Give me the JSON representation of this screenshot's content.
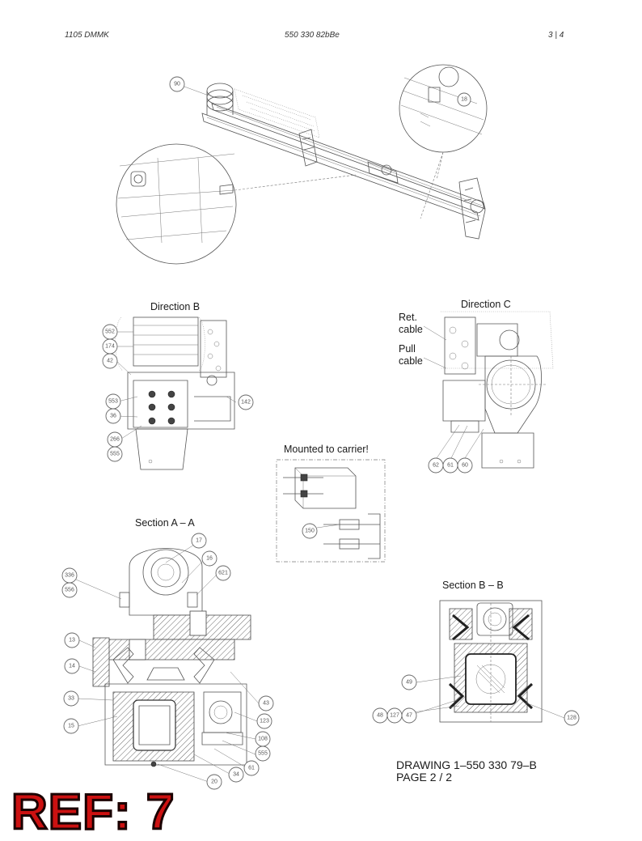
{
  "header": {
    "left": "1105 DMMK",
    "center": "550 330 82bBe",
    "page": "3 |   4"
  },
  "labels": {
    "direction_b": "Direction B",
    "direction_c": "Direction C",
    "ret_cable": "Ret.\ncable",
    "pull_cable": "Pull\ncable",
    "mounted": "Mounted to carrier!",
    "section_aa": "Section A – A",
    "section_bb": "Section B – B"
  },
  "callouts": {
    "top": [
      "90",
      "18"
    ],
    "direction_b": [
      "552",
      "174",
      "42",
      "553",
      "36",
      "266",
      "555",
      "142"
    ],
    "direction_c": [
      "62",
      "61",
      "60"
    ],
    "mounted": [
      "150"
    ],
    "section_aa": [
      "17",
      "16",
      "336",
      "556",
      "621",
      "13",
      "14",
      "33",
      "15",
      "43",
      "123",
      "108",
      "555",
      "61",
      "34",
      "20"
    ],
    "section_bb": [
      "49",
      "48",
      "127",
      "47",
      "128"
    ]
  },
  "drawing": {
    "line1": "DRAWING 1–550 330 79–B",
    "line2": "PAGE 2 / 2"
  },
  "stamp": {
    "text": "REF: 7",
    "color": "#cc1111"
  }
}
